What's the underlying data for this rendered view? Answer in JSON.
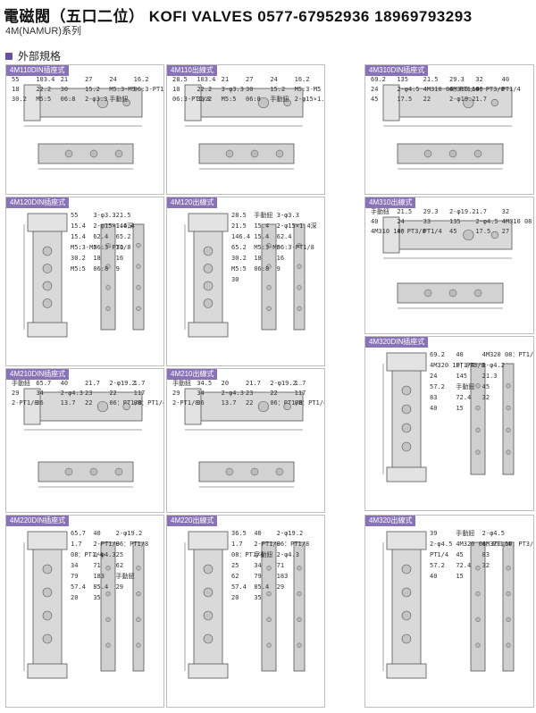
{
  "header": {
    "title": "電磁閥（五口二位） KOFI VALVES 0577-67952936 18969793293",
    "subtitle": "4M(NAMUR)系列"
  },
  "section": {
    "label": "外部規格"
  },
  "panels": {
    "p1": {
      "title": "4M110DIN插座式",
      "labels": [
        "55",
        "103.4",
        "21",
        "27",
        "24",
        "16.2",
        "18",
        "22.2",
        "30",
        "15.2",
        "M5:3-M5",
        "06:3-PT1/8",
        "30.2",
        "M5:5",
        "06:8",
        "2-φ3.3",
        "手動鈕"
      ]
    },
    "p2": {
      "title": "4M110出線式",
      "labels": [
        "28.5",
        "103.4",
        "21",
        "27",
        "24",
        "16.2",
        "18",
        "22.2",
        "3-φ3.3",
        "30",
        "15.2",
        "M5:3-M5",
        "06:3-PT1/8",
        "30.2",
        "M5:5",
        "06:8",
        "手動鈕",
        "2-φ15×1.4深"
      ]
    },
    "p3": {
      "title": "4M310DIN插座式",
      "labels": [
        "69.2",
        "135",
        "21.5",
        "29.3",
        "32",
        "40",
        "24",
        "2-φ4.5",
        "4M310 08：PT1/4",
        "4M310 10：PT3/8",
        "40",
        "PT1/4",
        "45",
        "17.5",
        "22",
        "2-φ19.2",
        "1.7"
      ]
    },
    "p4": {
      "title": "4M120DIN插座式",
      "labels": [
        "55",
        "3-φ3.3",
        "21.5",
        "15.4",
        "2-φ15×1.4深",
        "146.4",
        "15.4",
        "62.4",
        "65.2",
        "M5:3-M5",
        "06:3-PT1/8",
        "30",
        "30.2",
        "18",
        "16",
        "M5:5",
        "06:8",
        "9"
      ]
    },
    "p5": {
      "title": "4M120出線式",
      "labels": [
        "28.5",
        "手動鈕",
        "3-φ3.3",
        "21.5",
        "15.4",
        "2-φ15×1.4深",
        "146.4",
        "15.4",
        "62.4",
        "65.2",
        "M5:3-M5",
        "06:3-PT1/8",
        "30.2",
        "18",
        "16",
        "M5:5",
        "06:8",
        "9",
        "30"
      ]
    },
    "p6": {
      "title": "4M310出線式",
      "labels": [
        "手動鈕",
        "21.5",
        "29.3",
        "2-φ19.2",
        "1.7",
        "32",
        "40",
        "24",
        "33",
        "135",
        "2-φ4.5",
        "4M310 08：PT1/4",
        "4M310 10：PT3/8",
        "40",
        "PT1/4",
        "45",
        "17.5",
        "27"
      ]
    },
    "p7": {
      "title": "4M320DIN插座式",
      "labels": [
        "69.2",
        "40",
        "4M320 08：PT1/4",
        "4M320 10：PT3/8",
        "PT1/4",
        "2-φ4.2",
        "24",
        "145",
        "21.3",
        "57.2",
        "手動鈕",
        "45",
        "83",
        "72.4",
        "32",
        "40",
        "15"
      ]
    },
    "p8": {
      "title": "4M210DIN插座式",
      "labels": [
        "手動鈕",
        "65.7",
        "40",
        "21.7",
        "2-φ19.2",
        "1.7",
        "29",
        "34",
        "2-φ4.3",
        "23",
        "22",
        "117",
        "2-PT1/8",
        "36",
        "13.7",
        "22",
        "06：PT1/8",
        "08：PT1/4"
      ]
    },
    "p9": {
      "title": "4M210出線式",
      "labels": [
        "手動鈕",
        "34.5",
        "20",
        "21.7",
        "2-φ19.2",
        "1.7",
        "29",
        "34",
        "2-φ4.3",
        "23",
        "22",
        "117",
        "2-PT1/8",
        "36",
        "13.7",
        "22",
        "06：PT1/8",
        "08：PT1/4"
      ]
    },
    "p10": {
      "title": "4M220DIN插座式",
      "labels": [
        "65.7",
        "40",
        "2-φ19.2",
        "1.7",
        "2-PT1/8",
        "06：PT1/8",
        "08：PT1/4",
        "2-φ4.3",
        "25",
        "34",
        "71",
        "62",
        "79",
        "183",
        "手動鈕",
        "57.4",
        "85.4",
        "29",
        "20",
        "35"
      ]
    },
    "p11": {
      "title": "4M220出線式",
      "labels": [
        "36.5",
        "40",
        "2-φ19.2",
        "1.7",
        "2-PT1/8",
        "06：PT1/8",
        "08：PT1/4",
        "手動鈕",
        "2-φ4.3",
        "25",
        "34",
        "71",
        "62",
        "79",
        "183",
        "57.4",
        "85.4",
        "29",
        "20",
        "35"
      ]
    },
    "p12": {
      "title": "4M320出線式",
      "labels": [
        "39",
        "手動鈕",
        "2-φ4.5",
        "2-φ4.5",
        "4M320 08：PT1/4",
        "4M320 10：PT3/8",
        "PT1/4",
        "45",
        "83",
        "57.2",
        "72.4",
        "32",
        "40",
        "15"
      ]
    }
  }
}
